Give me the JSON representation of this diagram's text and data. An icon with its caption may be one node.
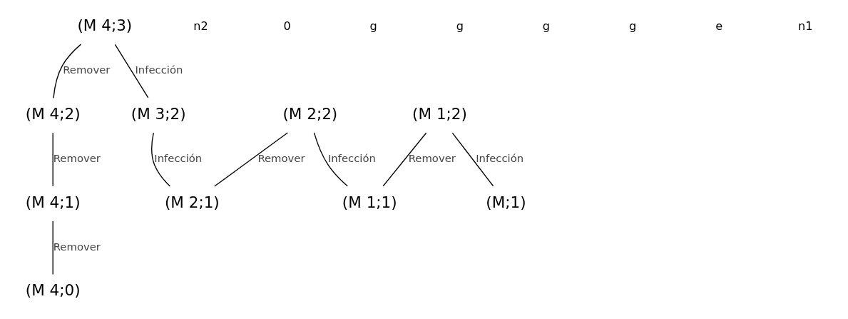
{
  "diagram": {
    "nodes": [
      {
        "text": [
          "(M 4;3)"
        ]
      },
      {
        "text": [
          "(M 4;2)"
        ]
      },
      {
        "text": [
          "(M 3;2)"
        ]
      },
      {
        "text": [
          "(M 2;2)"
        ]
      },
      {
        "text": [
          "(M 1;2)"
        ]
      },
      {
        "text": [
          "(M 4;1)"
        ]
      },
      {
        "text": [
          "(M 2;1)"
        ]
      },
      {
        "text": [
          "(M 1;1)"
        ]
      },
      {
        "text": [
          "(M;1)"
        ]
      },
      {
        "text": [
          "(M 4;0)"
        ]
      }
    ],
    "edges": [
      {
        "from": 0,
        "to": 1,
        "arrow": "none",
        "label": "Remover"
      },
      {
        "from": 0,
        "to": 2,
        "arrow": "none",
        "label": "Infección"
      },
      {
        "from": 1,
        "to": 5,
        "arrow": "none",
        "label": "Remover"
      },
      {
        "from": 2,
        "to": 6,
        "arrow": "none",
        "label": "Infección"
      },
      {
        "from": 3,
        "to": 6,
        "arrow": "none",
        "label": "Remover"
      },
      {
        "from": 3,
        "to": 7,
        "arrow": "none",
        "label": "Infección"
      },
      {
        "from": 4,
        "to": 7,
        "arrow": "none",
        "label": "Remover"
      },
      {
        "from": 4,
        "to": 8,
        "arrow": "none",
        "label": "Infección"
      },
      {
        "from": 5,
        "to": 9,
        "arrow": "none",
        "label": "Remover"
      }
    ],
    "labels": [
      "n2",
      "0",
      "g",
      "g",
      "g",
      "g",
      "e",
      "n1"
    ]
  }
}
